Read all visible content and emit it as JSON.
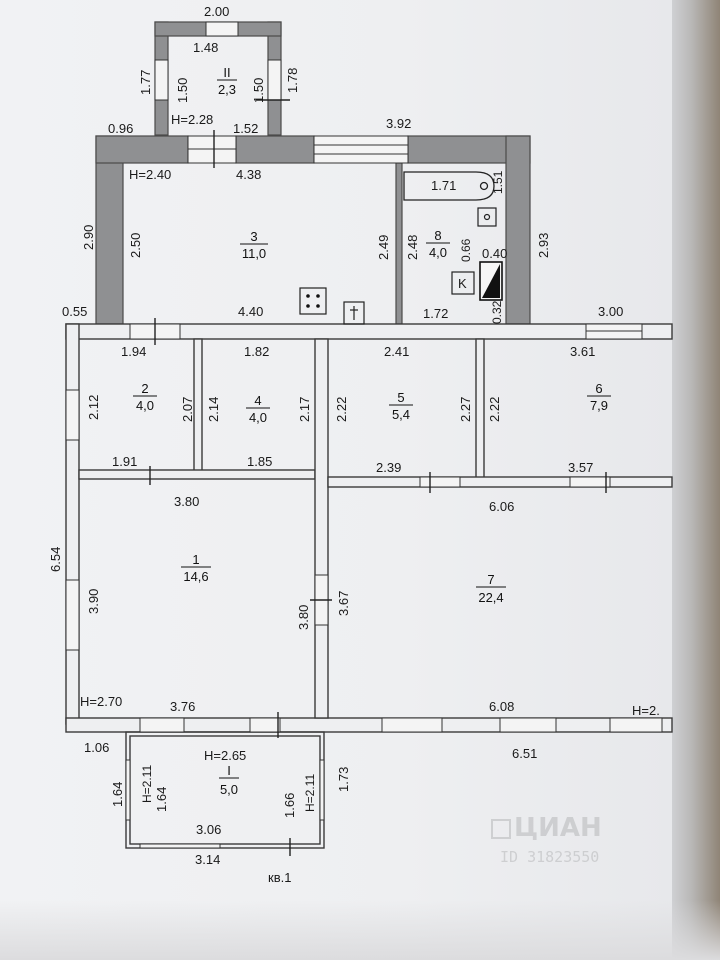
{
  "plan": {
    "rooms": [
      {
        "id": "room-II",
        "number": "II",
        "area": "2,3"
      },
      {
        "id": "room-3",
        "number": "3",
        "area": "11,0"
      },
      {
        "id": "room-8",
        "number": "8",
        "area": "4,0"
      },
      {
        "id": "room-2",
        "number": "2",
        "area": "4,0"
      },
      {
        "id": "room-4",
        "number": "4",
        "area": "4,0"
      },
      {
        "id": "room-5",
        "number": "5",
        "area": "5,4"
      },
      {
        "id": "room-6",
        "number": "6",
        "area": "7,9"
      },
      {
        "id": "room-1",
        "number": "1",
        "area": "14,6"
      },
      {
        "id": "room-7",
        "number": "7",
        "area": "22,4"
      },
      {
        "id": "room-I",
        "number": "I",
        "area": "5,0"
      }
    ],
    "dims": {
      "d200": "2.00",
      "d148": "1.48",
      "d177": "1.77",
      "d150a": "1.50",
      "d150b": "1.50",
      "d178": "1.78",
      "h228": "H=2.28",
      "d096": "0.96",
      "d152": "1.52",
      "d392": "3.92",
      "h240": "H=2.40",
      "d438": "4.38",
      "d171": "1.71",
      "d151": "1.51",
      "d290": "2.90",
      "d250": "2.50",
      "d249": "2.49",
      "d248": "2.48",
      "d066": "0.66",
      "d040": "0.40",
      "d293": "2.93",
      "d055": "0.55",
      "d440": "4.40",
      "d172": "1.72",
      "d032": "0.32",
      "d300": "3.00",
      "d194": "1.94",
      "d182": "1.82",
      "d241": "2.41",
      "d361": "3.61",
      "d212": "2.12",
      "d207": "2.07",
      "d214": "2.14",
      "d217": "2.17",
      "d222a": "2.22",
      "d227": "2.27",
      "d222b": "2.22",
      "d191": "1.91",
      "d185": "1.85",
      "d239": "2.39",
      "d357": "3.57",
      "d380a": "3.80",
      "d606": "6.06",
      "d654": "6.54",
      "d390": "3.90",
      "d380b": "3.80",
      "d367": "3.67",
      "h270": "H=2.70",
      "d376": "3.76",
      "d608": "6.08",
      "h2x": "H=2.",
      "d106": "1.06",
      "d651": "6.51",
      "h211a": "H=2.11",
      "h265": "H=2.65",
      "d164a": "1.64",
      "d164b": "1.64",
      "d166": "1.66",
      "h211b": "H=2.11",
      "d173": "1.73",
      "d306": "3.06",
      "d314": "3.14"
    },
    "kitchen_mark": "K",
    "apartment_label": "кв.1",
    "watermark": "ЦИАН",
    "watermark_id": "ID 31823550"
  }
}
